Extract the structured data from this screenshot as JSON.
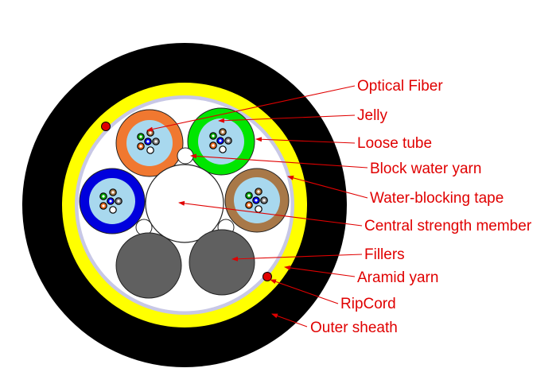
{
  "labels": {
    "optical_fiber": "Optical Fiber",
    "jelly": "Jelly",
    "loose_tube": "Loose tube",
    "block_water_yarn": "Block water yarn",
    "water_blocking_tape": "Water-blocking tape",
    "central_strength_member": "Central strength member",
    "fillers": "Fillers",
    "aramid_yarn": "Aramid yarn",
    "ripcord": "RipCord",
    "outer_sheath": "Outer sheath"
  },
  "colors": {
    "outer_sheath": "#000000",
    "aramid_yarn": "#ffff00",
    "water_blocking_tape": "#c8c8e6",
    "core": "#ffffff",
    "jelly": "#a8d8ee",
    "tube_orange": "#f07830",
    "tube_green": "#00e600",
    "tube_blue": "#0000dd",
    "tube_brown": "#a87848",
    "fillers": "#606060",
    "ripcord": "#e00000",
    "label_text": "#e00000",
    "leader_line": "#e00000"
  }
}
